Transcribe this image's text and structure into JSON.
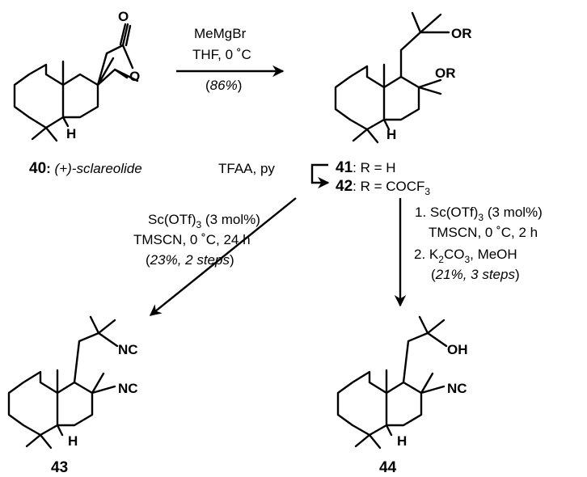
{
  "compounds": {
    "c40": {
      "number": "40",
      "name": "(+)-sclareolide",
      "atoms": {
        "carbonyl_O": "O",
        "ring_O": "O",
        "H": "H"
      }
    },
    "c41": {
      "number": "41",
      "r_text": ": R = H",
      "atoms": {
        "OR1": "OR",
        "OR2": "OR",
        "H": "H"
      }
    },
    "c42": {
      "number": "42",
      "r_text": ": R = COCF",
      "r_sub": "3"
    },
    "c43": {
      "number": "43",
      "atoms": {
        "NC1": "NC",
        "NC2": "NC",
        "H": "H"
      }
    },
    "c44": {
      "number": "44",
      "atoms": {
        "OH": "OH",
        "NC": "NC",
        "H": "H"
      }
    }
  },
  "steps": {
    "step1": {
      "reagent": "MeMgBr",
      "conditions": "THF, 0 ˚C",
      "yield": "86%"
    },
    "step2": {
      "reagent": "TFAA, py"
    },
    "step3": {
      "line1_pre": "Sc(OTf)",
      "line1_sub": "3",
      "line1_post": " (3 mol%)",
      "line2": "TMSCN, 0 ˚C, 24 h",
      "yield": "23%, 2 steps"
    },
    "step4": {
      "line1_pre": "1. Sc(OTf)",
      "line1_sub": "3",
      "line1_post": " (3 mol%)",
      "line2": "TMSCN, 0 ˚C, 2 h",
      "line3_pre": "2. K",
      "line3_sub": "2",
      "line3_post": "CO",
      "line3_sub2": "3",
      "line3_tail": ", MeOH",
      "yield": "21%, 3 steps"
    }
  }
}
